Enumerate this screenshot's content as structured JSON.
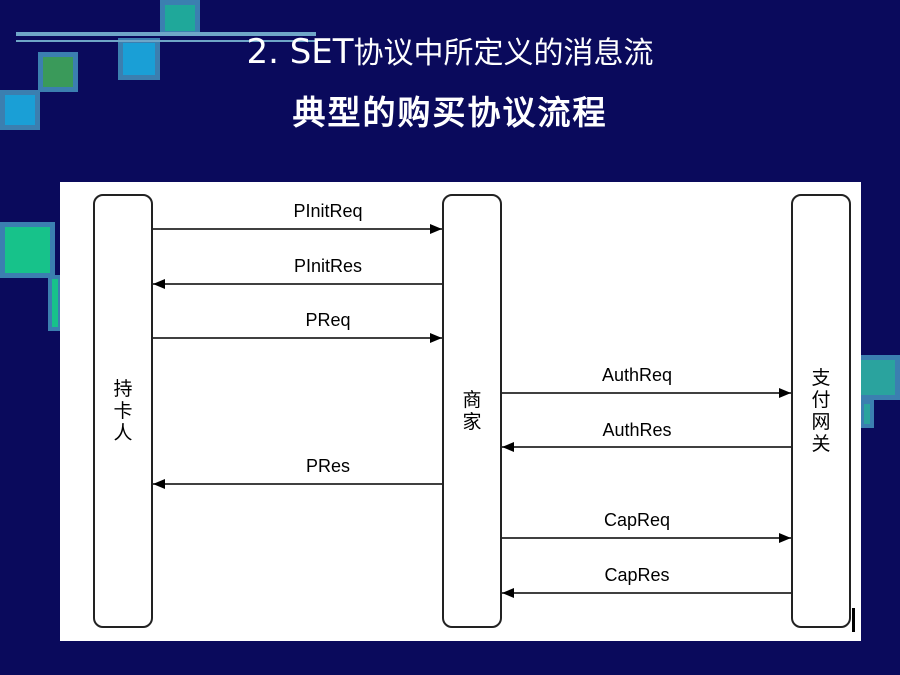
{
  "slide": {
    "title_prefix": "2. SET",
    "title_suffix": "协议中所定义的消息流",
    "subtitle": "典型的购买协议流程"
  },
  "diagram": {
    "participants": [
      {
        "id": "cardholder",
        "label": "持卡人"
      },
      {
        "id": "merchant",
        "label": "商家"
      },
      {
        "id": "gateway",
        "label": "支付网关"
      }
    ],
    "messages": [
      {
        "label": "PInitReq",
        "from": "cardholder",
        "to": "merchant"
      },
      {
        "label": "PInitRes",
        "from": "merchant",
        "to": "cardholder"
      },
      {
        "label": "PReq",
        "from": "cardholder",
        "to": "merchant"
      },
      {
        "label": "AuthReq",
        "from": "merchant",
        "to": "gateway"
      },
      {
        "label": "AuthRes",
        "from": "gateway",
        "to": "merchant"
      },
      {
        "label": "PRes",
        "from": "merchant",
        "to": "cardholder"
      },
      {
        "label": "CapReq",
        "from": "merchant",
        "to": "gateway"
      },
      {
        "label": "CapRes",
        "from": "gateway",
        "to": "merchant"
      }
    ]
  }
}
